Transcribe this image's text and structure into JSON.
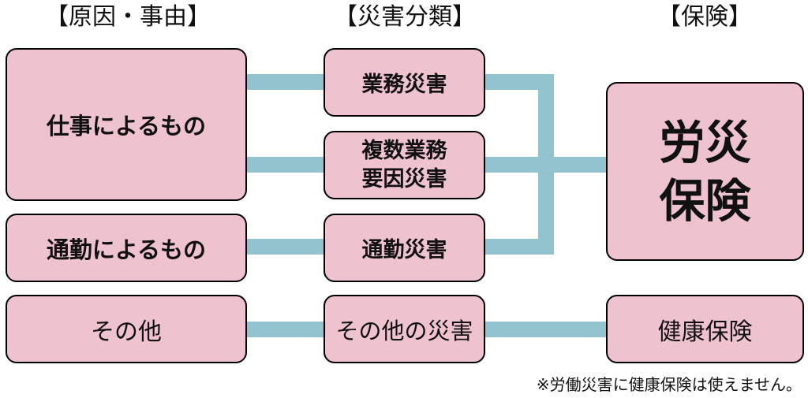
{
  "headers": {
    "cause": "【原因・事由】",
    "classification": "【災害分類】",
    "insurance": "【保険】"
  },
  "causes": {
    "work": "仕事によるもの",
    "commute": "通勤によるもの",
    "other": "その他"
  },
  "classifications": {
    "occupational": "業務災害",
    "multi_line1": "複数業務",
    "multi_line2": "要因災害",
    "commute": "通勤災害",
    "other": "その他の災害"
  },
  "insurance": {
    "rousai_line1": "労災",
    "rousai_line2": "保険",
    "health": "健康保険"
  },
  "note": "※労働災害に健康保険は使えません。",
  "colors": {
    "box_fill": "#efc2d0",
    "box_border": "#000000",
    "connector": "#92c3cf"
  }
}
